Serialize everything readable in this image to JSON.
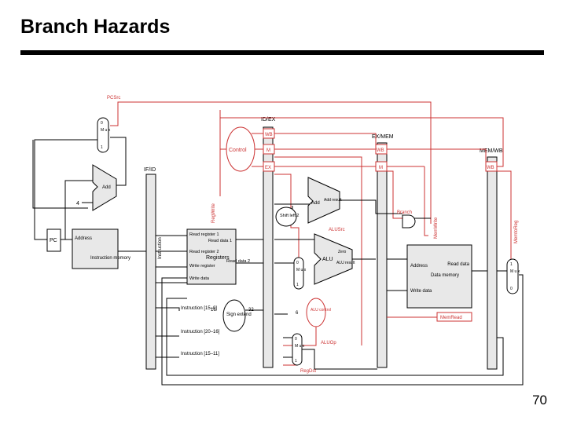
{
  "slide": {
    "title": "Branch Hazards",
    "page_number": "70"
  },
  "colors": {
    "control": "#cc3333",
    "datapath": "#000000",
    "unit_fill": "#e8e8e8"
  },
  "labels": {
    "pcsrc": "PCSrc",
    "id_ex": "ID/EX",
    "ex_mem": "EX/MEM",
    "mem_wb": "MEM/WB",
    "if_id": "IF/ID",
    "wb": "WB",
    "m": "M",
    "ex": "EX",
    "control": "Control",
    "add": "Add",
    "four": "4",
    "add_result": "Add result",
    "shift_left": "Shift left 2",
    "branch": "Branch",
    "reg_write": "RegWrite",
    "mem_write": "MemWrite",
    "mem_to_reg": "MemtoReg",
    "alu_src": "ALUSrc",
    "pc": "PC",
    "instr_address": "Address",
    "instr_memory": "Instruction memory",
    "instruction": "Instruction",
    "read_register_1": "Read register 1",
    "read_register_2": "Read register 2",
    "registers": "Registers",
    "write_register": "Write register",
    "write_data": "Write data",
    "read_data_1": "Read data 1",
    "read_data_2": "Read data 2",
    "zero": "Zero",
    "alu": "ALU",
    "alu_result": "ALU result",
    "data_address": "Address",
    "data_memory": "Data memory",
    "data_read_data": "Read data",
    "data_write_data": "Write data",
    "mem_read": "MemRead",
    "instr_15_0": "Instruction [15–0]",
    "instr_20_16": "Instruction [20–16]",
    "instr_15_11": "Instruction [15–11]",
    "sign_extend": "Sign extend",
    "bits_16": "16",
    "bits_32": "32",
    "six": "6",
    "alu_control": "ALU control",
    "alu_op": "ALUOp",
    "reg_dst": "RegDst",
    "mux_top": "0",
    "mux_mid": "M u x",
    "mux_bot": "1",
    "mux_wb_top": "1",
    "mux_wb_bot": "0"
  }
}
